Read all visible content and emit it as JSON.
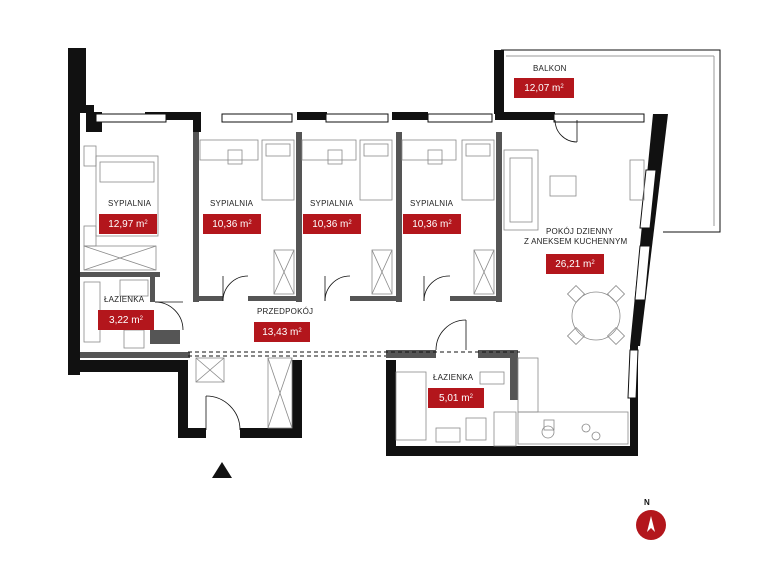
{
  "rooms": {
    "balkon": {
      "name": "BALKON",
      "area": "12,07 m",
      "sup": "2"
    },
    "sypialnia1": {
      "name": "SYPIALNIA",
      "area": "12,97 m",
      "sup": "2"
    },
    "sypialnia2": {
      "name": "SYPIALNIA",
      "area": "10,36 m",
      "sup": "2"
    },
    "sypialnia3": {
      "name": "SYPIALNIA",
      "area": "10,36 m",
      "sup": "2"
    },
    "sypialnia4": {
      "name": "SYPIALNIA",
      "area": "10,36 m",
      "sup": "2"
    },
    "pokoj": {
      "name1": "POKÓJ DZIENNY",
      "name2": "Z ANEKSEM KUCHENNYM",
      "area": "26,21 m",
      "sup": "2"
    },
    "lazienka1": {
      "name": "ŁAZIENKA",
      "area": "3,22 m",
      "sup": "2"
    },
    "przedpokoj": {
      "name": "PRZEDPOKÓJ",
      "area": "13,43 m",
      "sup": "2"
    },
    "lazienka2": {
      "name": "ŁAZIENKA",
      "area": "5,01 m",
      "sup": "2"
    }
  },
  "compass": {
    "label": "N"
  },
  "colors": {
    "accent": "#b3161c",
    "wall": "#111111",
    "furniture": "#8a8a8a"
  },
  "icons": {
    "entrance": "triangle-up-icon",
    "compass": "north-compass-icon"
  }
}
